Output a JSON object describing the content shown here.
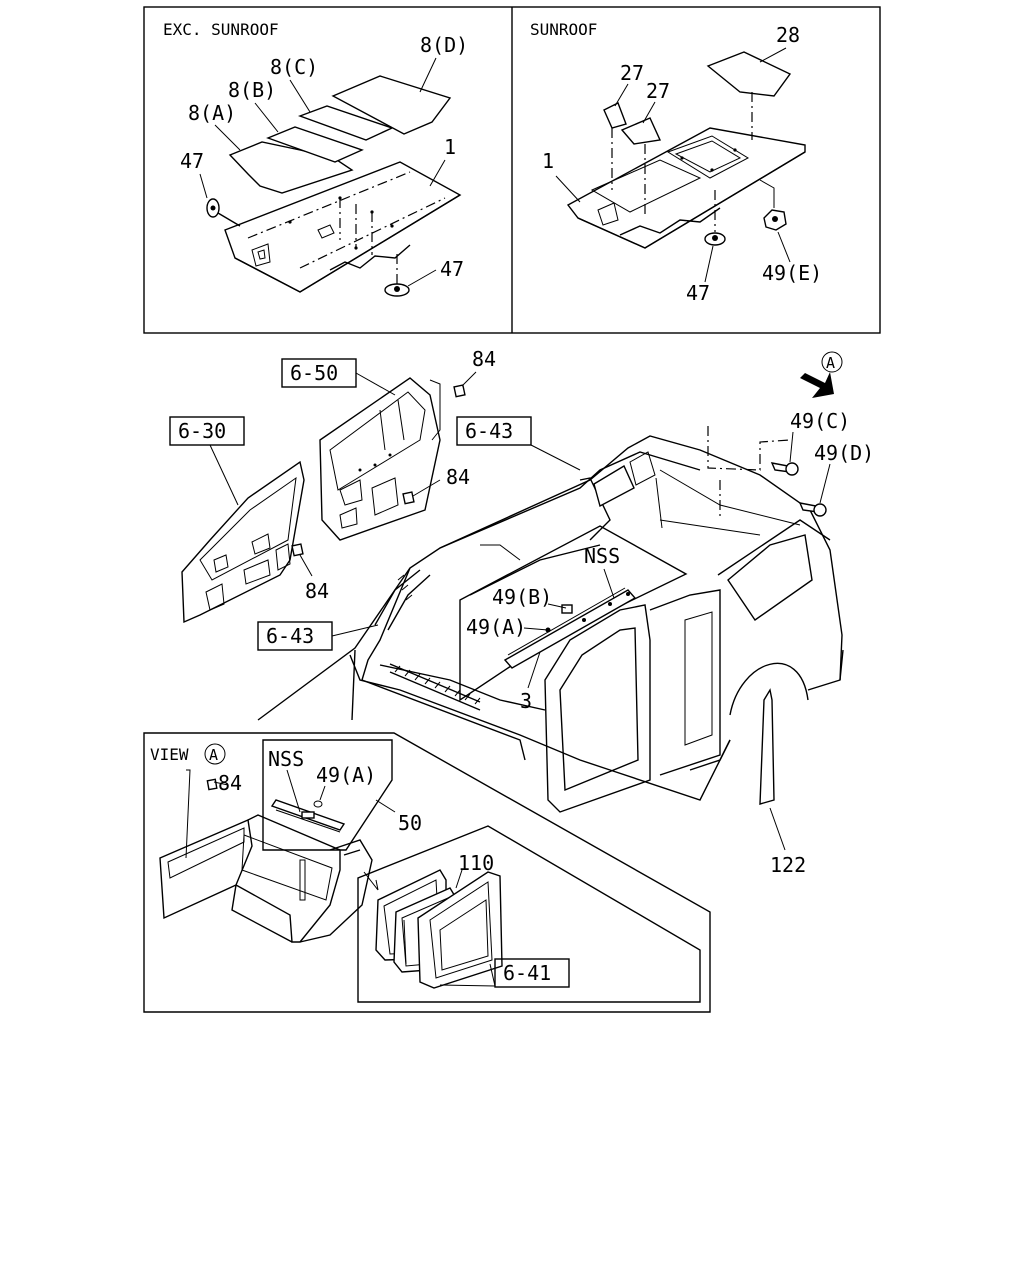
{
  "panels": {
    "exc_sunroof": {
      "title": "EXC. SUNROOF"
    },
    "sunroof": {
      "title": "SUNROOF"
    },
    "view_a": {
      "title": "VIEW",
      "marker": "A"
    }
  },
  "direction_marker": "A",
  "labels": {
    "p8d": "8(D)",
    "p8c": "8(C)",
    "p8b": "8(B)",
    "p8a": "8(A)",
    "p47_top_left": "47",
    "p1_left": "1",
    "p47_bottom_left": "47",
    "p27_a": "27",
    "p27_b": "27",
    "p28": "28",
    "p1_right": "1",
    "p47_right": "47",
    "p49e": "49(E)",
    "p84_top": "84",
    "p84_mid": "84",
    "p84_low": "84",
    "p49c": "49(C)",
    "p49d": "49(D)",
    "nss_main": "NSS",
    "p49b": "49(B)",
    "p49a_main": "49(A)",
    "p3": "3",
    "p122": "122",
    "p84_view": "84",
    "nss_view": "NSS",
    "p49a_view": "49(A)",
    "p50": "50",
    "p110": "110"
  },
  "ref_boxes": {
    "r650": "6-50",
    "r630": "6-30",
    "r643_top": "6-43",
    "r643_left": "6-43",
    "r641": "6-41"
  }
}
